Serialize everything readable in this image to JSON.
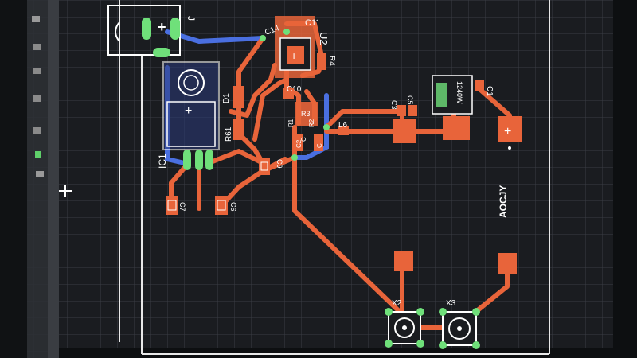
{
  "app": {
    "name": "PCB layout editor (EAGLE-like)"
  },
  "colors": {
    "canvas": "#1a1c20",
    "grid": "#3a3d44",
    "board_outline": "#e8e8e8",
    "top_copper": "#e8643a",
    "bottom_copper": "#4a6fe0",
    "via": "#6fe07a",
    "silk": "#ffffff",
    "toolbar": "#d6d6d6"
  },
  "labels": {
    "j_header": "J",
    "ic1": "IC1",
    "u2": "U2",
    "d1": "D1",
    "r61": "R61",
    "r4": "R4",
    "r3": "R3",
    "r1": "R1",
    "r2": "R2",
    "c11": "C11",
    "c14": "C14",
    "c10": "C10",
    "c7": "C7",
    "c6": "C6",
    "c9": "C9",
    "c3": "C3",
    "c5": "C5",
    "c2": "C2",
    "c1": "C1",
    "c_left": "C",
    "c_right": "C",
    "l6": "L6",
    "x2": "X2",
    "x3": "X3",
    "ao_mark": "AOCJY",
    "chip_text": "1240W"
  },
  "icons": {
    "cursor": "crosshair-cursor-icon",
    "plus": "plus-marker-icon"
  }
}
